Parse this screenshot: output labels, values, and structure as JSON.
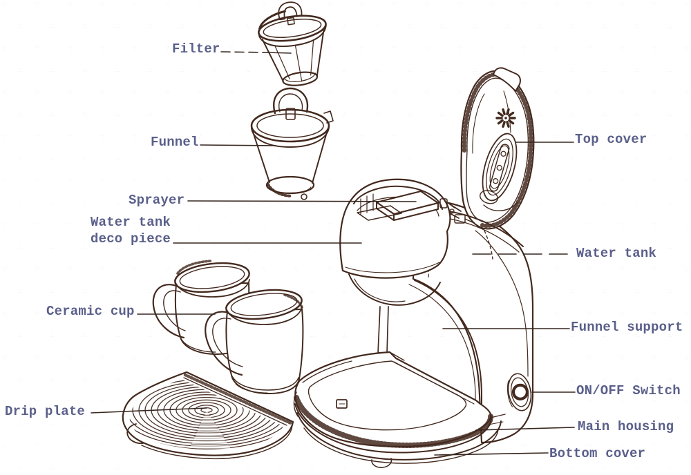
{
  "figure": {
    "type": "exploded-parts-diagram",
    "subject": "drip coffee maker"
  },
  "colors": {
    "background": "#ffffff",
    "ink": "#43291e",
    "leader_line": "#36261e",
    "label_text": "#5a5f8a",
    "watermark": "#5f648c"
  },
  "labels": {
    "filter": "Filter",
    "funnel": "Funnel",
    "sprayer": "Sprayer",
    "water_tank_deco_line1": "Water tank",
    "water_tank_deco_line2": "deco piece",
    "ceramic_cup": "Ceramic cup",
    "drip_plate": "Drip plate",
    "top_cover": "Top cover",
    "water_tank": "Water tank",
    "funnel_support": "Funnel support",
    "on_off_switch": "ON/OFF Switch",
    "main_housing": "Main housing",
    "bottom_cover": "Bottom cover"
  }
}
